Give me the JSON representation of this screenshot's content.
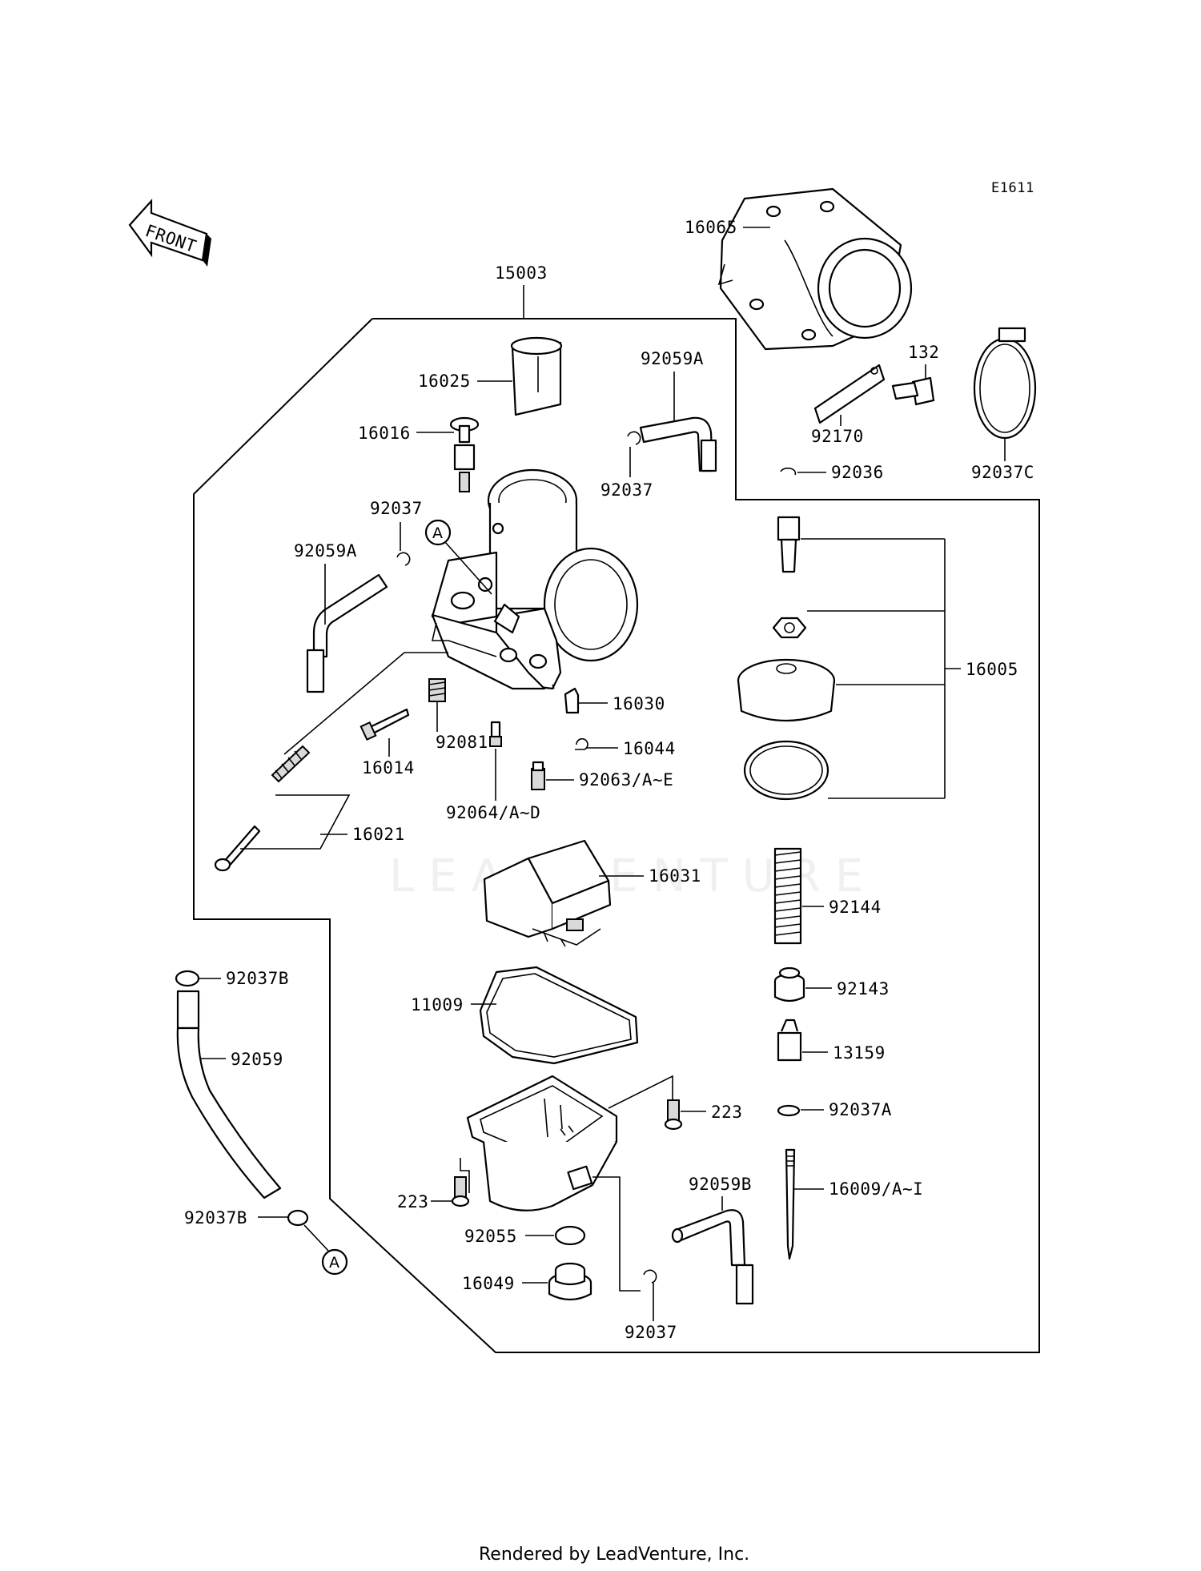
{
  "diagram_code": "E1611",
  "front_label": "FRONT",
  "watermark": "LEADVENTURE",
  "footer": "Rendered by LeadVenture, Inc.",
  "ref_marker": "A",
  "labels": {
    "p16065": "16065",
    "p15003": "15003",
    "p16025": "16025",
    "p92059A_top": "92059A",
    "p132": "132",
    "p16016": "16016",
    "p92170": "92170",
    "p92037_top": "92037",
    "p92036": "92036",
    "p92037C": "92037C",
    "p92037_left": "92037",
    "p92059A_left": "92059A",
    "p16005": "16005",
    "p16030": "16030",
    "p92081": "92081",
    "p16044": "16044",
    "p16014": "16014",
    "p92063": "92063/A~E",
    "p92064": "92064/A~D",
    "p16021": "16021",
    "p16031": "16031",
    "p92144": "92144",
    "p92037B_top": "92037B",
    "p11009": "11009",
    "p92143": "92143",
    "p92059": "92059",
    "p13159": "13159",
    "p223_right": "223",
    "p92037A": "92037A",
    "p223_left": "223",
    "p92059B": "92059B",
    "p16009": "16009/A~I",
    "p92037B_bot": "92037B",
    "p92055": "92055",
    "p16049": "16049",
    "p92037_bot": "92037"
  }
}
